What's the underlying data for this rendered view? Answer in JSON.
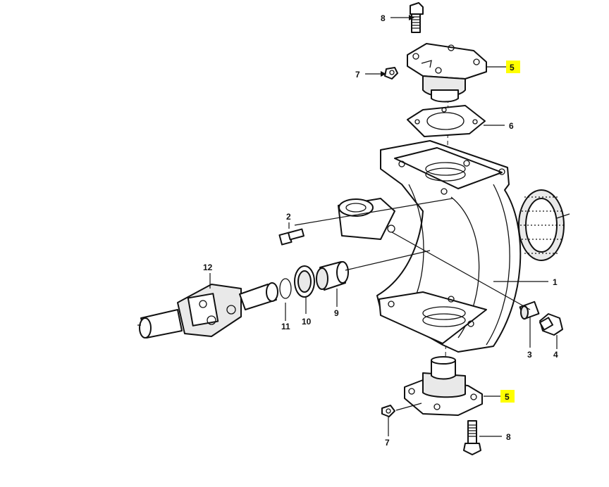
{
  "colors": {
    "highlight": "#ffff00",
    "line": "#111111",
    "background": "#ffffff"
  },
  "callouts": {
    "bolt_top": "8",
    "clip_top": "7",
    "cap_top": "5",
    "gasket": "6",
    "bushing_hole": "2",
    "housing": "1",
    "shaft": "12",
    "ring_11": "11",
    "seal_10": "10",
    "bushing_9": "9",
    "bushing_3": "3",
    "plug_4": "4",
    "cap_bottom": "5",
    "clip_bottom": "7",
    "bolt_bottom": "8"
  }
}
